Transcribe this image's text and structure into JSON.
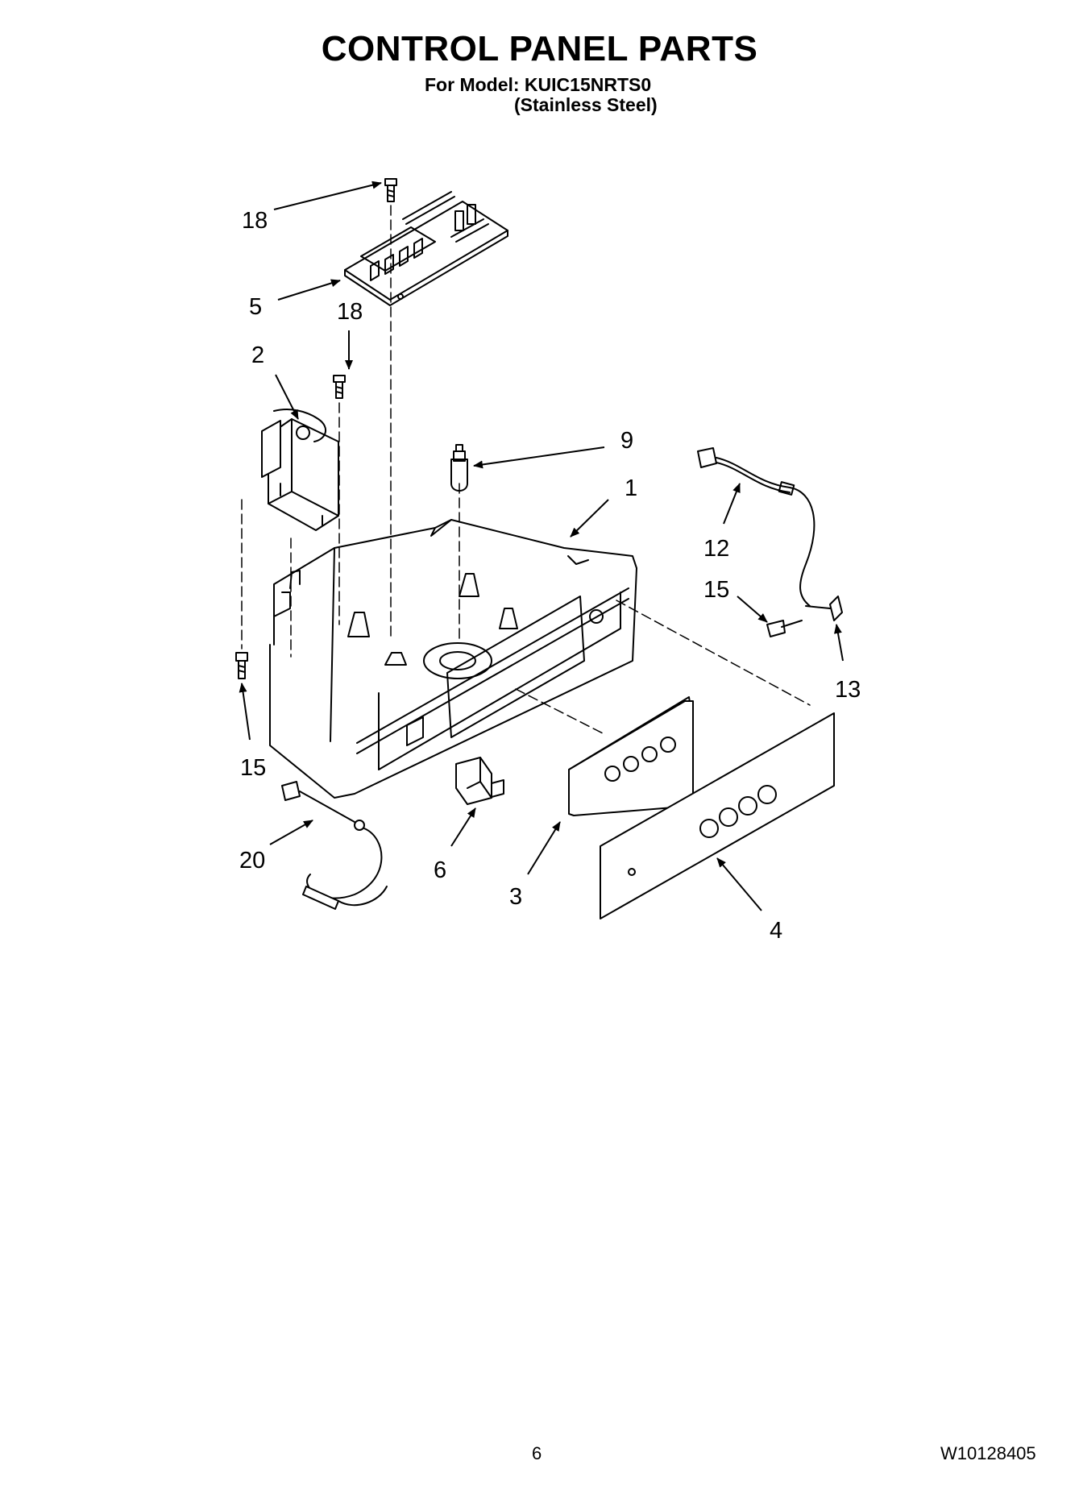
{
  "header": {
    "title": "CONTROL PANEL PARTS",
    "model_line": "For Model: KUIC15NRTS0",
    "finish_line": "(Stainless Steel)"
  },
  "callouts": {
    "c18a": "18",
    "c5": "5",
    "c18b": "18",
    "c2": "2",
    "c9": "9",
    "c1": "1",
    "c12": "12",
    "c15a": "15",
    "c13": "13",
    "c15b": "15",
    "c20": "20",
    "c6": "6",
    "c3": "3",
    "c4": "4"
  },
  "footer": {
    "page_number": "6",
    "document_code": "W10128405"
  }
}
